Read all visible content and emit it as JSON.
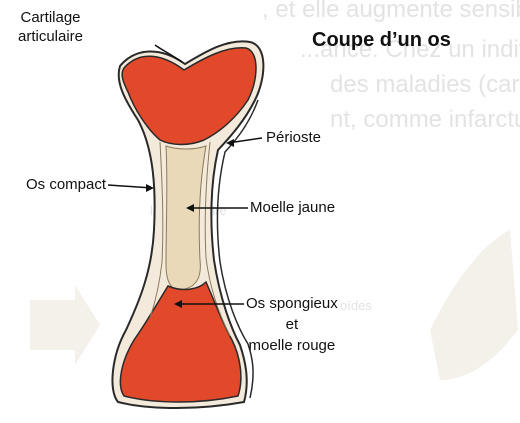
{
  "title": "Coupe d’un os",
  "labels": {
    "cartilage_line1": "Cartilage",
    "cartilage_line2": "articulaire",
    "periosteum": "Périoste",
    "compact_bone": "Os compact",
    "yellow_marrow": "Moelle jaune",
    "spongy_line1": "Os spongieux",
    "spongy_line2": "et",
    "spongy_line3": "moelle rouge"
  },
  "background_text": {
    "line1": ", et elle augmente sensiblement",
    "line2": "...ance. Chez un individu c",
    "line3": "des maladies (cardio",
    "line4": "nt, comme infarctus du",
    "line5": "la recellulaire",
    "line6": "oïdes"
  },
  "colors": {
    "red_marrow": "#e2492b",
    "yellow_marrow": "#ead9b8",
    "bone_edge": "#2a2a2a",
    "background_ghost": "#e3e3e3"
  }
}
